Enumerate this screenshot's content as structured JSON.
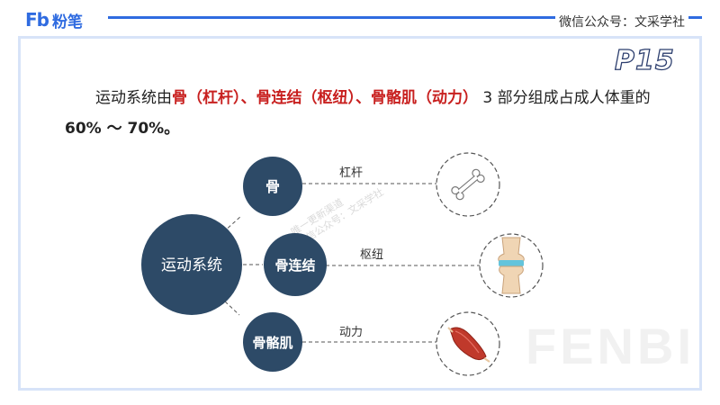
{
  "header": {
    "logo_text": "粉笔",
    "logo_mark": "Fb",
    "wechat": "微信公众号：文采学社",
    "page_number": "P15"
  },
  "paragraph": {
    "p1": "运动系统由",
    "p2": "骨（杠杆）、骨连结（枢纽）、骨骼肌（动力）",
    "p3": " 3 部分组成占成人体重的 ",
    "p4": "60% ～ 70%。"
  },
  "diagram": {
    "center": "运动系统",
    "items": [
      {
        "node": "骨",
        "relation": "杠杆",
        "icon": "bone-icon"
      },
      {
        "node": "骨连结",
        "relation": "枢纽",
        "icon": "knee-joint-icon"
      },
      {
        "node": "骨骼肌",
        "relation": "动力",
        "icon": "muscle-icon"
      }
    ]
  },
  "watermark": {
    "brand": "FENBI",
    "diag_line1": "唯一更新渠道",
    "diag_line2": "微信公众号：文采学社"
  },
  "colors": {
    "accent": "#2f6be0",
    "circle": "#2d4a67",
    "emphasis": "#c8201f"
  }
}
